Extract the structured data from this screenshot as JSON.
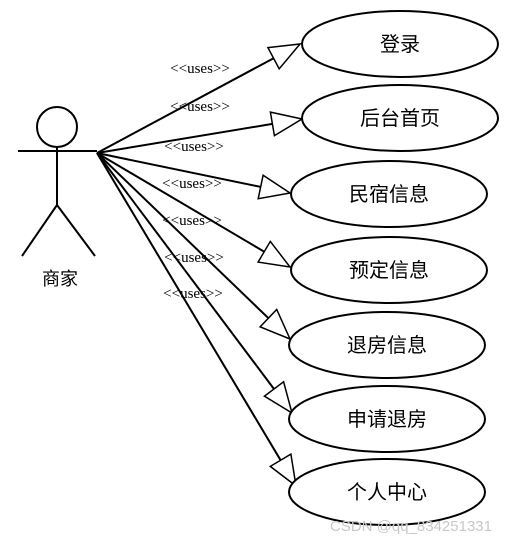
{
  "actor": {
    "name": "商家"
  },
  "stereotype": "<<uses>>",
  "use_cases": [
    {
      "label": "登录"
    },
    {
      "label": "后台首页"
    },
    {
      "label": "民宿信息"
    },
    {
      "label": "预定信息"
    },
    {
      "label": "退房信息"
    },
    {
      "label": "申请退房"
    },
    {
      "label": "个人中心"
    }
  ],
  "watermark": "CSDN @qq_834251331"
}
